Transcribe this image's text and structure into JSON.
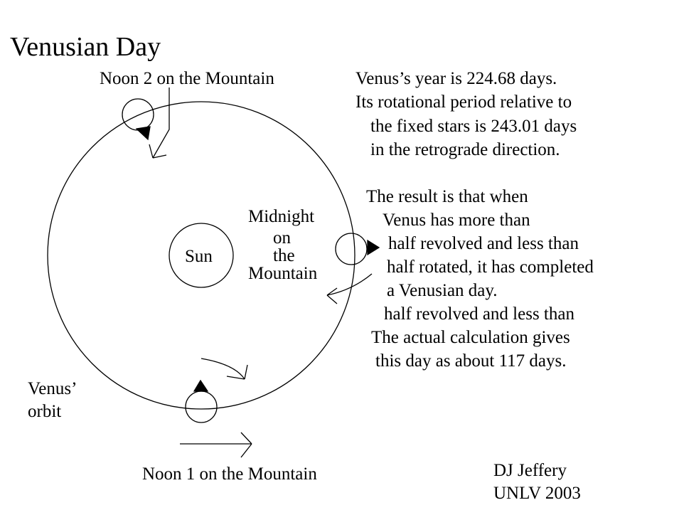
{
  "title": "Venusian Day",
  "labels": {
    "noon2": "Noon 2 on the Mountain",
    "noon1": "Noon 1 on the Mountain",
    "sun": "Sun",
    "midnight": [
      "Midnight",
      "on",
      "the",
      "Mountain"
    ],
    "orbit": [
      "Venus’",
      "orbit"
    ]
  },
  "description": [
    "Venus’s year is 224.68 days.",
    "Its rotational period relative to",
    "the fixed stars is 243.01 days",
    "in the retrograde direction.",
    "The result is that when",
    "Venus has more than",
    "half revolved and less than",
    "half rotated, it has completed",
    "a Venusian day.",
    "half revolved and less than",
    "The actual calculation gives",
    "this day as about 117 days."
  ],
  "credit": [
    "DJ Jeffery",
    "UNLV 2003"
  ]
}
